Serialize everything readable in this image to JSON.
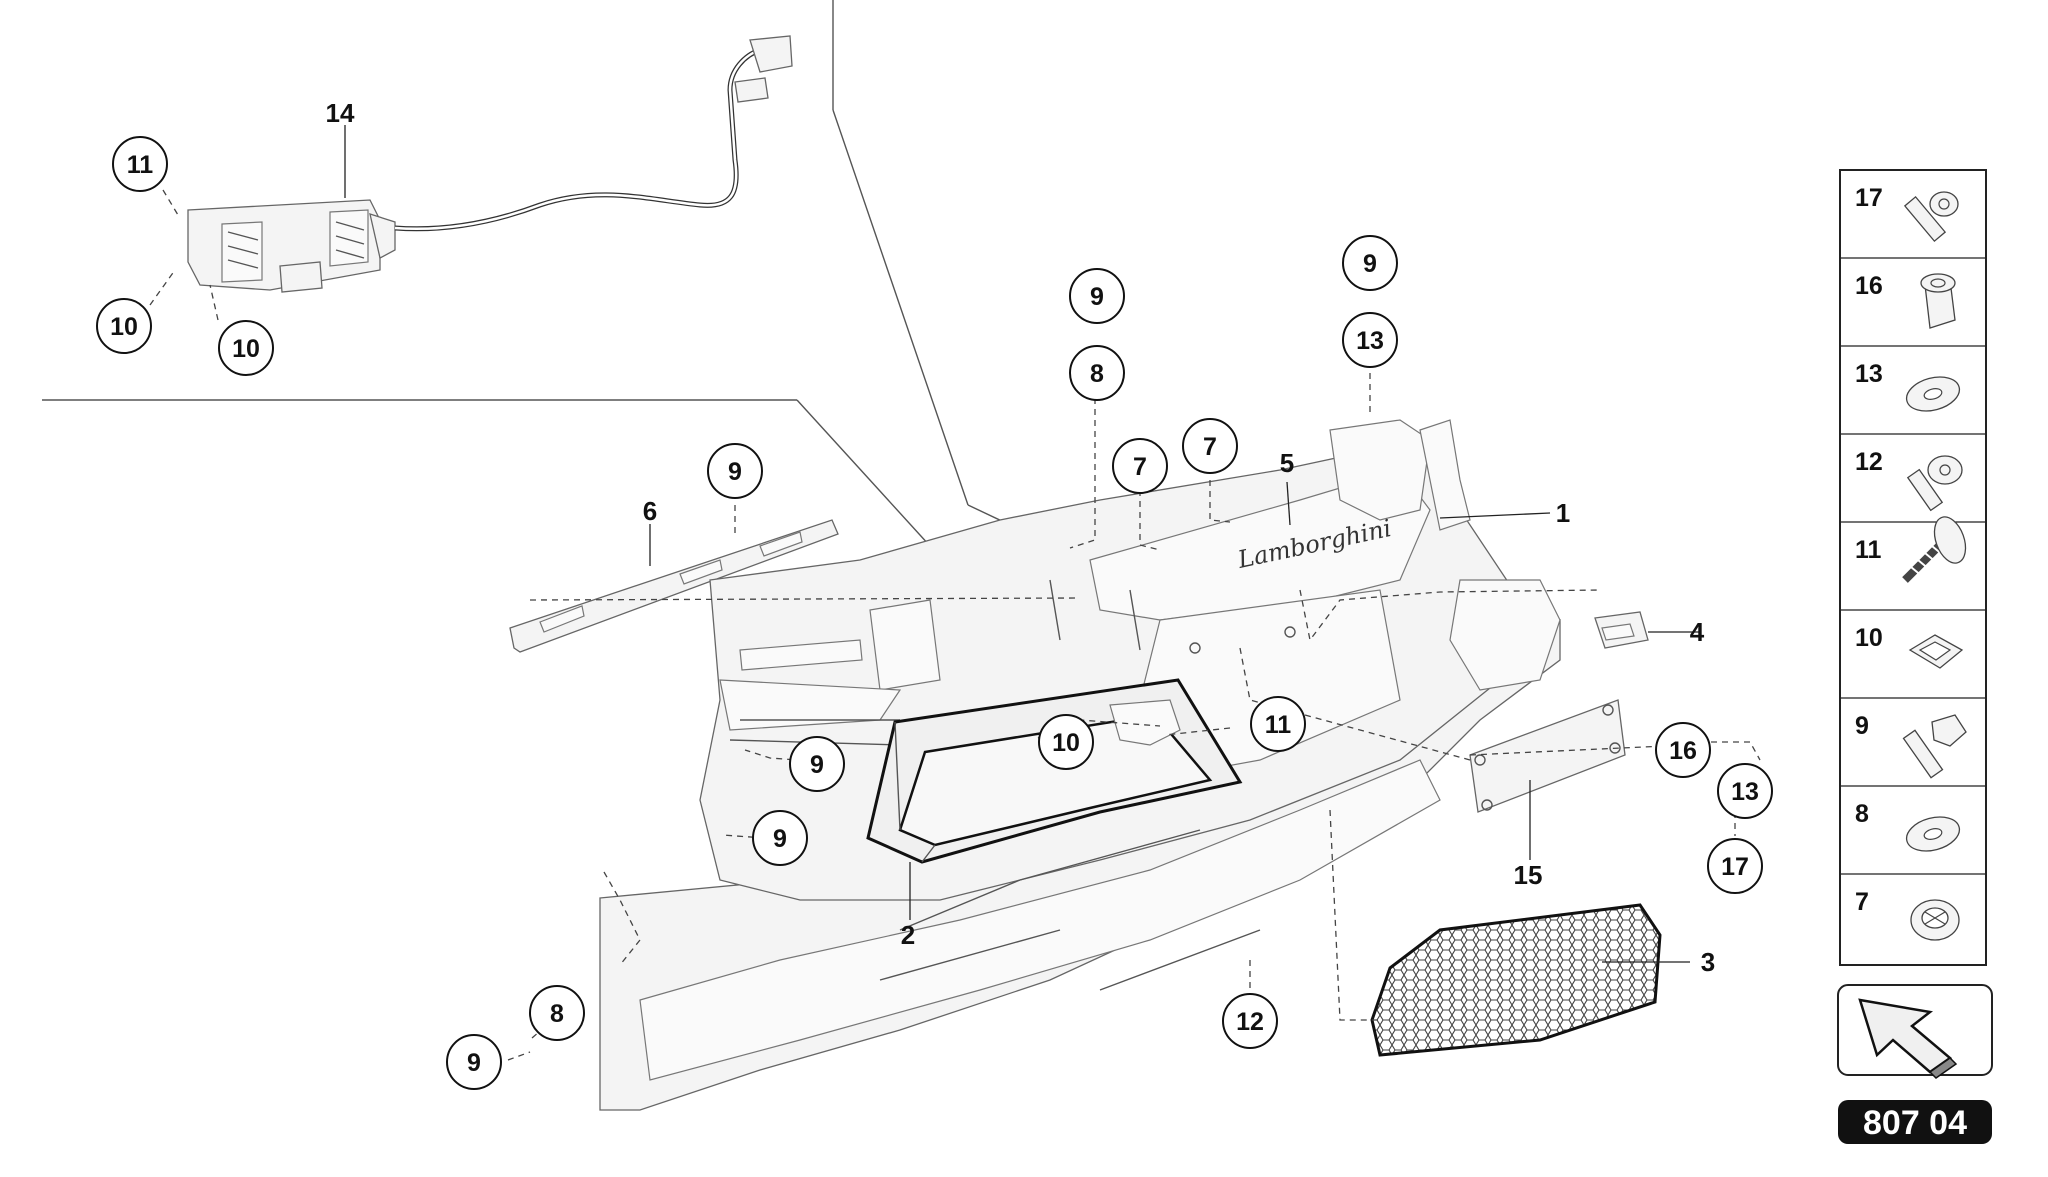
{
  "diagram": {
    "page_number": "807 04",
    "logo_script": "Lamborghini",
    "callouts": [
      {
        "id": "c1",
        "label": "11"
      },
      {
        "id": "c2",
        "label": "10"
      },
      {
        "id": "c3",
        "label": "10"
      },
      {
        "id": "c4",
        "label": "9"
      },
      {
        "id": "c5",
        "label": "8"
      },
      {
        "id": "c6",
        "label": "9"
      },
      {
        "id": "c7",
        "label": "13"
      },
      {
        "id": "c8",
        "label": "7"
      },
      {
        "id": "c9",
        "label": "7"
      },
      {
        "id": "c10",
        "label": "9"
      },
      {
        "id": "c11",
        "label": "10"
      },
      {
        "id": "c12",
        "label": "11"
      },
      {
        "id": "c13",
        "label": "9"
      },
      {
        "id": "c14",
        "label": "9"
      },
      {
        "id": "c15",
        "label": "16"
      },
      {
        "id": "c16",
        "label": "13"
      },
      {
        "id": "c17",
        "label": "17"
      },
      {
        "id": "c18",
        "label": "12"
      },
      {
        "id": "c19",
        "label": "8"
      },
      {
        "id": "c20",
        "label": "9"
      }
    ],
    "part_labels": [
      {
        "id": "p1",
        "label": "14"
      },
      {
        "id": "p2",
        "label": "6"
      },
      {
        "id": "p3",
        "label": "5"
      },
      {
        "id": "p4",
        "label": "1"
      },
      {
        "id": "p5",
        "label": "4"
      },
      {
        "id": "p6",
        "label": "2"
      },
      {
        "id": "p7",
        "label": "15"
      },
      {
        "id": "p8",
        "label": "3"
      }
    ],
    "legend": [
      {
        "number": "17",
        "icon": "screw-icon"
      },
      {
        "number": "16",
        "icon": "sleeve-nut-icon"
      },
      {
        "number": "13",
        "icon": "washer-icon"
      },
      {
        "number": "12",
        "icon": "flange-screw-icon"
      },
      {
        "number": "11",
        "icon": "tapping-screw-icon"
      },
      {
        "number": "10",
        "icon": "clip-nut-icon"
      },
      {
        "number": "9",
        "icon": "bolt-icon"
      },
      {
        "number": "8",
        "icon": "washer-icon"
      },
      {
        "number": "7",
        "icon": "grommet-icon"
      }
    ],
    "nav": {
      "icon": "arrow-icon"
    }
  }
}
